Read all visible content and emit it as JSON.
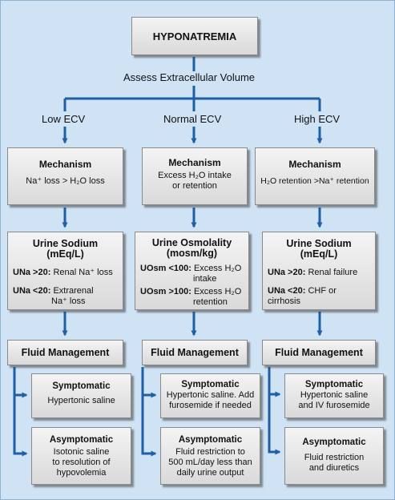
{
  "title": "HYPONATREMIA",
  "assess": "Assess Extracellular Volume",
  "columns": [
    {
      "label": "Low ECV",
      "mechanism": {
        "heading": "Mechanism",
        "lines": [
          "Na⁺ loss > H₂O loss"
        ]
      },
      "lab": {
        "heading": "Urine Sodium (mEq/L)",
        "entries": [
          {
            "key": "UNa >20:",
            "value": "Renal Na⁺ loss"
          },
          {
            "key": "UNa <20:",
            "value": "Extrarenal",
            "value2": "Na⁺ loss"
          }
        ]
      },
      "fluid": "Fluid Management",
      "symptomatic": {
        "heading": "Symptomatic",
        "lines": [
          "Hypertonic saline"
        ]
      },
      "asymptomatic": {
        "heading": "Asymptomatic",
        "lines": [
          "Isotonic saline",
          "to resolution of",
          "hypovolemia"
        ]
      }
    },
    {
      "label": "Normal ECV",
      "mechanism": {
        "heading": "Mechanism",
        "lines": [
          "Excess H₂O intake",
          "or retention"
        ]
      },
      "lab": {
        "heading": "Urine Osmolality",
        "heading2": "(mosm/kg)",
        "entries": [
          {
            "key": "UOsm <100:",
            "value": "Excess H₂O",
            "value2": "intake"
          },
          {
            "key": "UOsm >100:",
            "value": "Excess H₂O",
            "value2": "retention"
          }
        ]
      },
      "fluid": "Fluid Management",
      "symptomatic": {
        "heading": "Symptomatic",
        "lines": [
          "Hypertonic saline. Add",
          "furosemide if needed"
        ]
      },
      "asymptomatic": {
        "heading": "Asymptomatic",
        "lines": [
          "Fluid restriction to",
          "500 mL/day less than",
          "daily urine output"
        ]
      }
    },
    {
      "label": "High ECV",
      "mechanism": {
        "heading": "Mechanism",
        "lines": [
          "H₂O retention >Na⁺ retention"
        ]
      },
      "lab": {
        "heading": "Urine Sodium (mEq/L)",
        "entries": [
          {
            "key": "UNa >20:",
            "value": "Renal failure"
          },
          {
            "key": "UNa <20:",
            "value": "CHF or cirrhosis"
          }
        ]
      },
      "fluid": "Fluid Management",
      "symptomatic": {
        "heading": "Symptomatic",
        "lines": [
          "Hypertonic saline",
          "and IV furosemide"
        ]
      },
      "asymptomatic": {
        "heading": "Asymptomatic",
        "lines": [
          "Fluid restriction",
          "and diuretics"
        ]
      }
    }
  ],
  "colors": {
    "background": "#cfe3f4",
    "connector": "#1f5fa6"
  }
}
